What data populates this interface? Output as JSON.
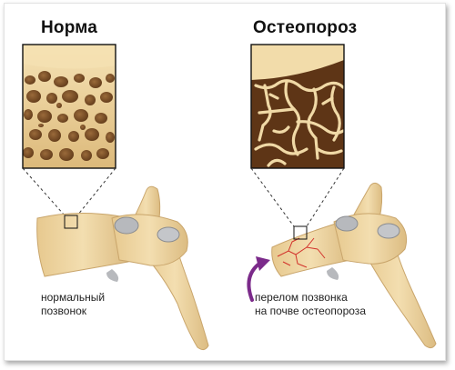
{
  "titles": {
    "normal": "Норма",
    "osteoporosis": "Остеопороз"
  },
  "captions": {
    "normal_line1": "нормальный",
    "normal_line2": "позвонок",
    "fracture_line1": "перелом позвонка",
    "fracture_line2": "на почве остеопороза"
  },
  "colors": {
    "bone": "#efd6a0",
    "bone_edge": "#c9a56b",
    "marrow_normal": "#7a4f2a",
    "marrow_osteo": "#6b3f1e",
    "arrow": "#7b2a8a",
    "fracture": "#d2302a"
  }
}
